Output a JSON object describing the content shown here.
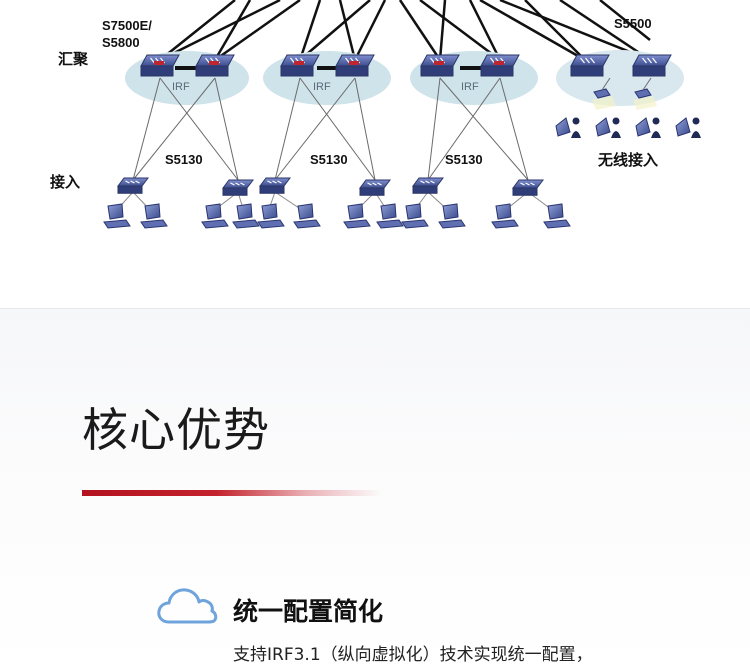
{
  "diagram": {
    "layer_labels": {
      "aggregation": "汇聚",
      "access": "接入",
      "wireless": "无线接入"
    },
    "models": {
      "core_group": "S7500E/\nS5800",
      "core_group_line1": "S7500E/",
      "core_group_line2": "S5800",
      "wireless_group": "S5500",
      "access": "S5130"
    },
    "irf_label": "IRF",
    "colors": {
      "irf_ellipse": "#cfe3ea",
      "switch": "#3d4e8f",
      "link": "#111111"
    }
  },
  "section": {
    "title": "核心优势",
    "accent_color": "#b3121f",
    "feature": {
      "icon": "cloud-icon",
      "title": "统一配置简化",
      "description": "支持IRF3.1（纵向虚拟化）技术实现统一配置，"
    }
  }
}
